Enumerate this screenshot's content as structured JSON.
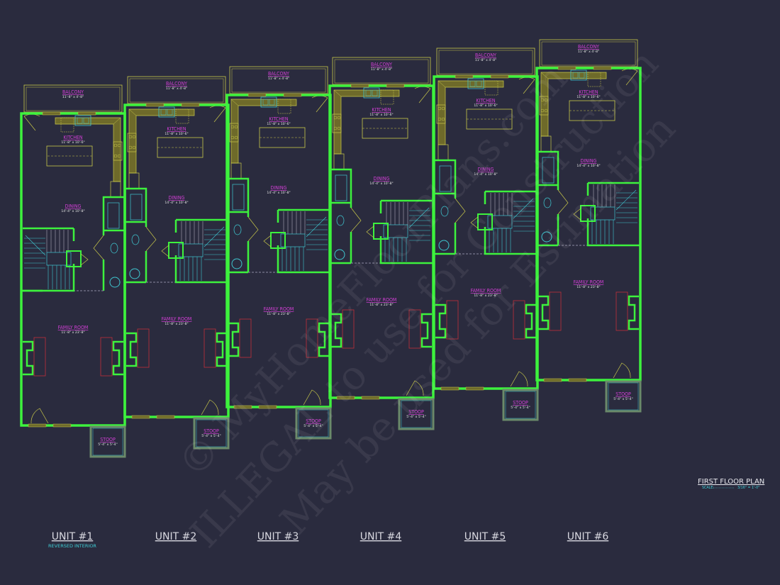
{
  "colors": {
    "background": "#2a2b3e",
    "walls": "#3df23d",
    "cabinetry": "#c8c84a",
    "fixtures": "#3fc6d0",
    "fireplace": "#c0303a",
    "room_labels": "#d23fd6"
  },
  "rooms": {
    "balcony": {
      "name": "BALCONY",
      "dims": "11'-8\" x 4'-8\""
    },
    "kitchen": {
      "name": "KITCHEN",
      "dims": "11'-8\" x 10'-6\""
    },
    "dining": {
      "name": "DINING",
      "dims": "14'-4\" x 10'-8\""
    },
    "family": {
      "name": "FAMILY ROOM",
      "dims": "11'-8\" x 23'-8\""
    },
    "stoop": {
      "name": "STOOP",
      "dims": "5'-4\" x 5'-4\""
    }
  },
  "units": [
    {
      "label": "UNIT #1",
      "note": "REVERSED INTERIOR",
      "reversed": true
    },
    {
      "label": "UNIT #2",
      "reversed": false
    },
    {
      "label": "UNIT #3",
      "reversed": false
    },
    {
      "label": "UNIT #4",
      "reversed": false
    },
    {
      "label": "UNIT #5",
      "reversed": false
    },
    {
      "label": "UNIT #6",
      "reversed": false
    }
  ],
  "title_block": {
    "title": "FIRST FLOOR PLAN",
    "scale_label": "SCALE:",
    "scale_value": "3/16\" = 1'-0\""
  },
  "watermark": [
    "© MyHomeFloorPlans.com",
    "ILLEGAL to use for Construction",
    "May be used for Estimation"
  ]
}
